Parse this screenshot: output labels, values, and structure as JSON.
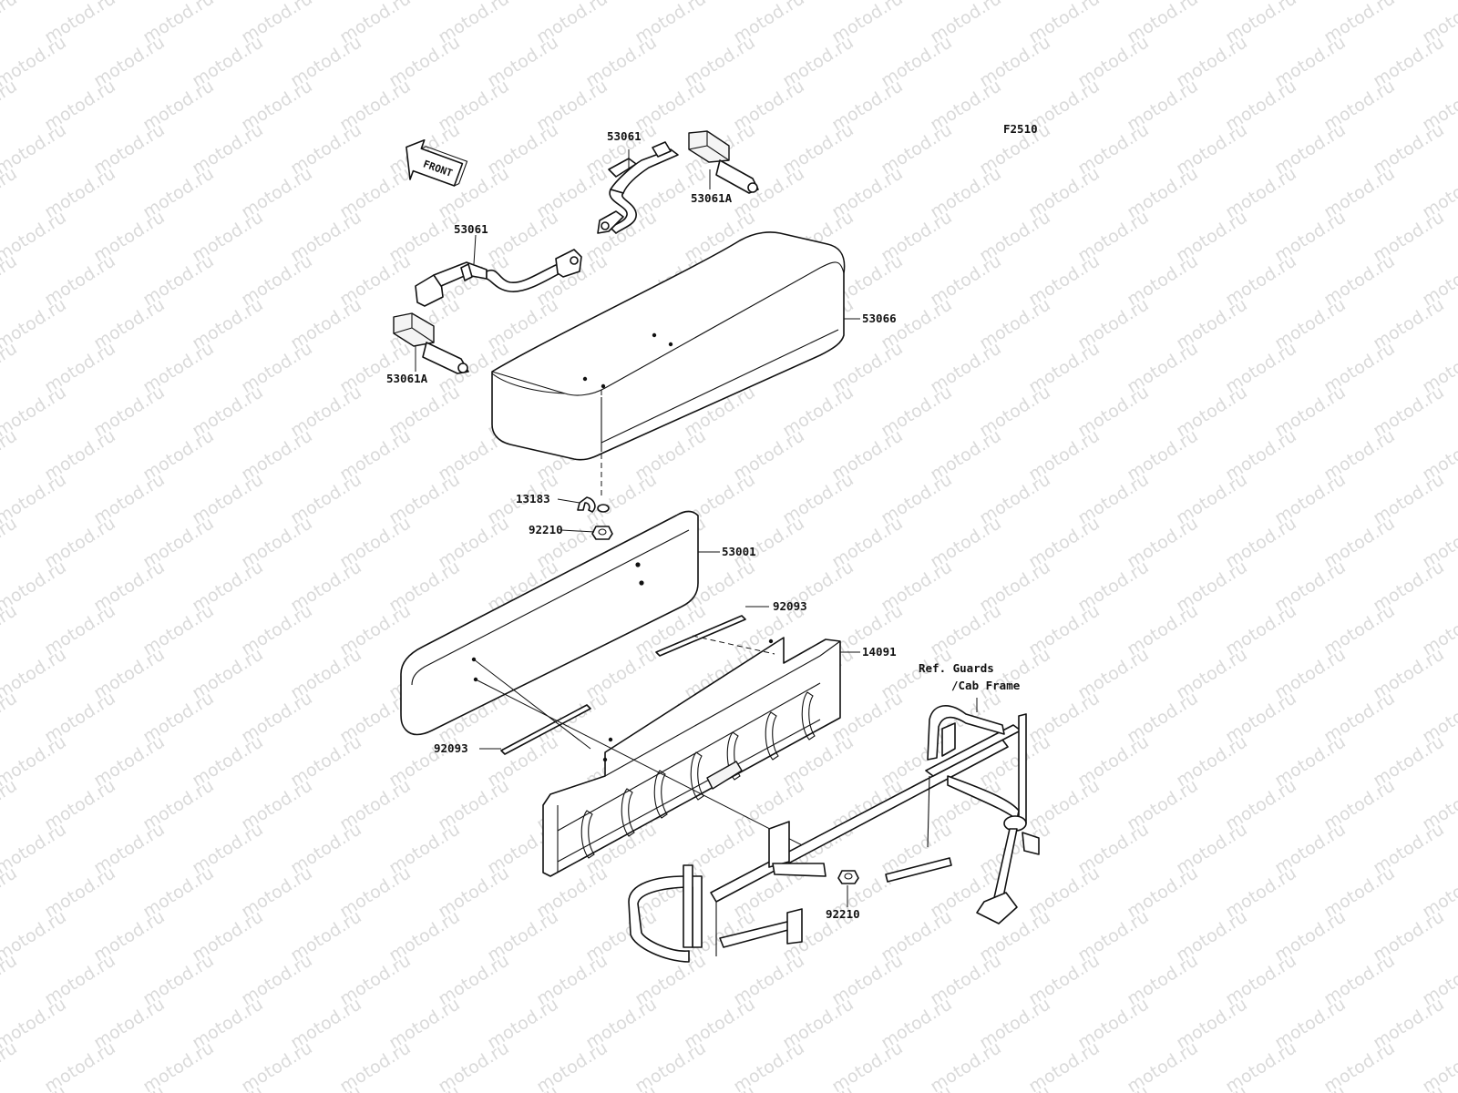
{
  "diagram_code": "F2510",
  "front_arrow": {
    "text": "FRONT",
    "icon": "front-arrow-icon"
  },
  "watermark_text": "motod.ru",
  "callouts": {
    "strap_top": "53061",
    "strap_left": "53061",
    "clamp_top": "53061A",
    "clamp_left": "53061A",
    "seat": "53066",
    "clip": "13183",
    "nut_top": "92210",
    "backrest": "53001",
    "rod_right": "92093",
    "cover": "14091",
    "rod_left": "92093",
    "nut_bottom": "92210",
    "ref_line1": "Ref. Guards",
    "ref_line2": "/Cab Frame"
  }
}
